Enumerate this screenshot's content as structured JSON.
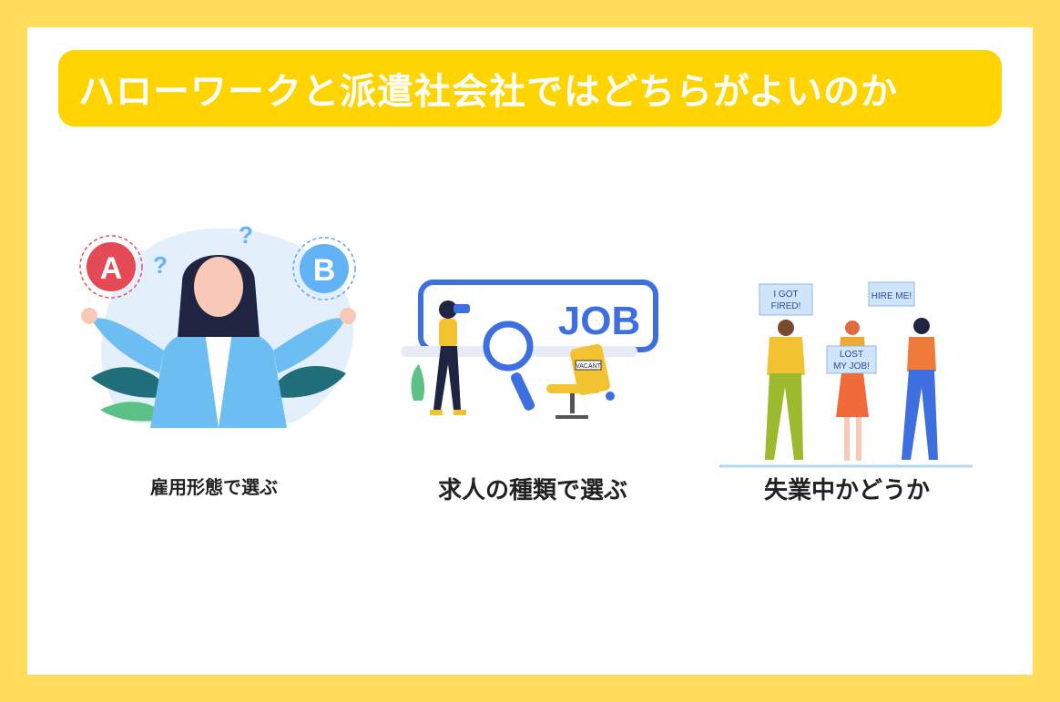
{
  "banner": {
    "title": "ハローワークと派遣社会社ではどちらがよいのか"
  },
  "items": [
    {
      "caption": "雇用形態で選ぶ",
      "badge_a": "A",
      "badge_b": "B"
    },
    {
      "caption": "求人の種類で選ぶ",
      "sign": "JOB",
      "chair_tag": "VACANT"
    },
    {
      "caption": "失業中かどうか",
      "signs": {
        "fired_1": "I GOT",
        "fired_2": "FIRED!",
        "lost_1": "LOST",
        "lost_2": "MY JOB!",
        "hire": "HIRE ME!"
      }
    }
  ],
  "colors": {
    "background": "#FFDC5B",
    "banner": "#FFD400",
    "accent_blue": "#3D6FE0"
  }
}
